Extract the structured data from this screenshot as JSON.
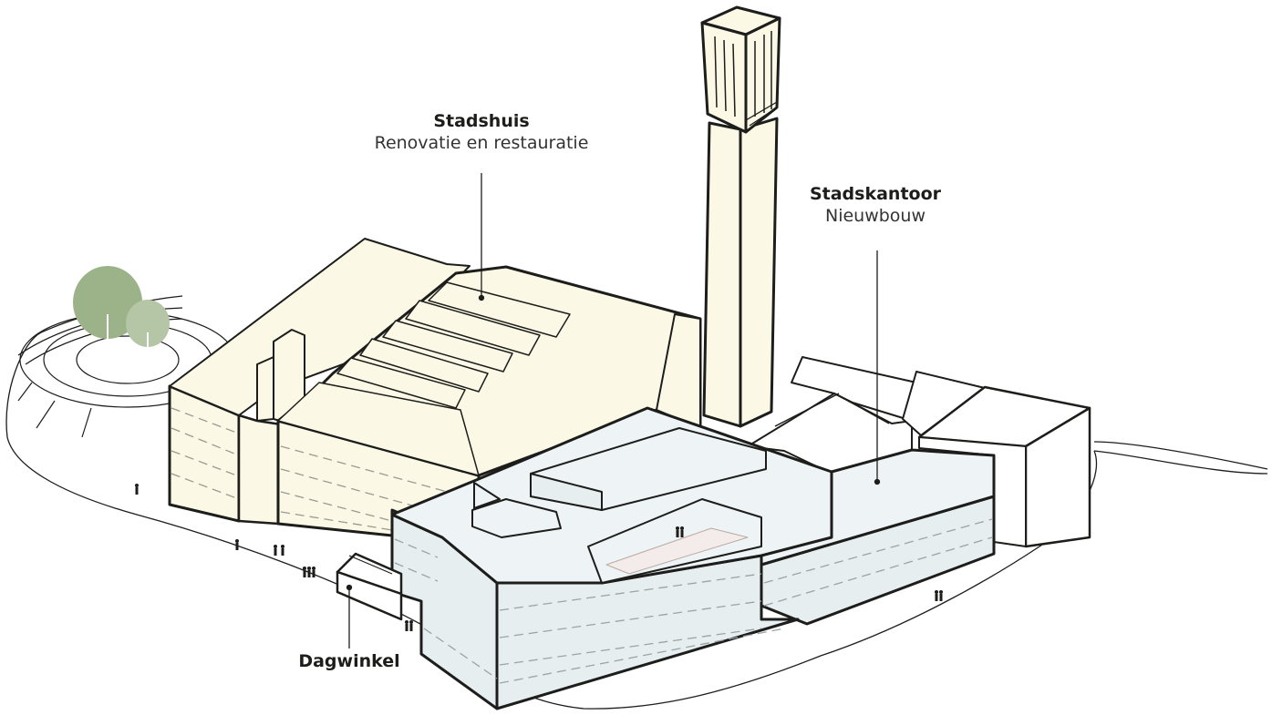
{
  "labels": {
    "stadshuis": {
      "title": "Stadshuis",
      "subtitle": "Renovatie en restauratie"
    },
    "stadskantoor": {
      "title": "Stadskantoor",
      "subtitle": "Nieuwbouw"
    },
    "dagwinkel": {
      "title": "Dagwinkel"
    }
  },
  "colors": {
    "outline": "#1d1d1b",
    "old_building_fill": "#fbf9e6",
    "new_building_fill": "#e7eef0",
    "new_building_roof": "#eef3f5",
    "neighbour_fill": "#ffffff",
    "tree": "#9cb38a",
    "patio": "#f4ecea"
  }
}
